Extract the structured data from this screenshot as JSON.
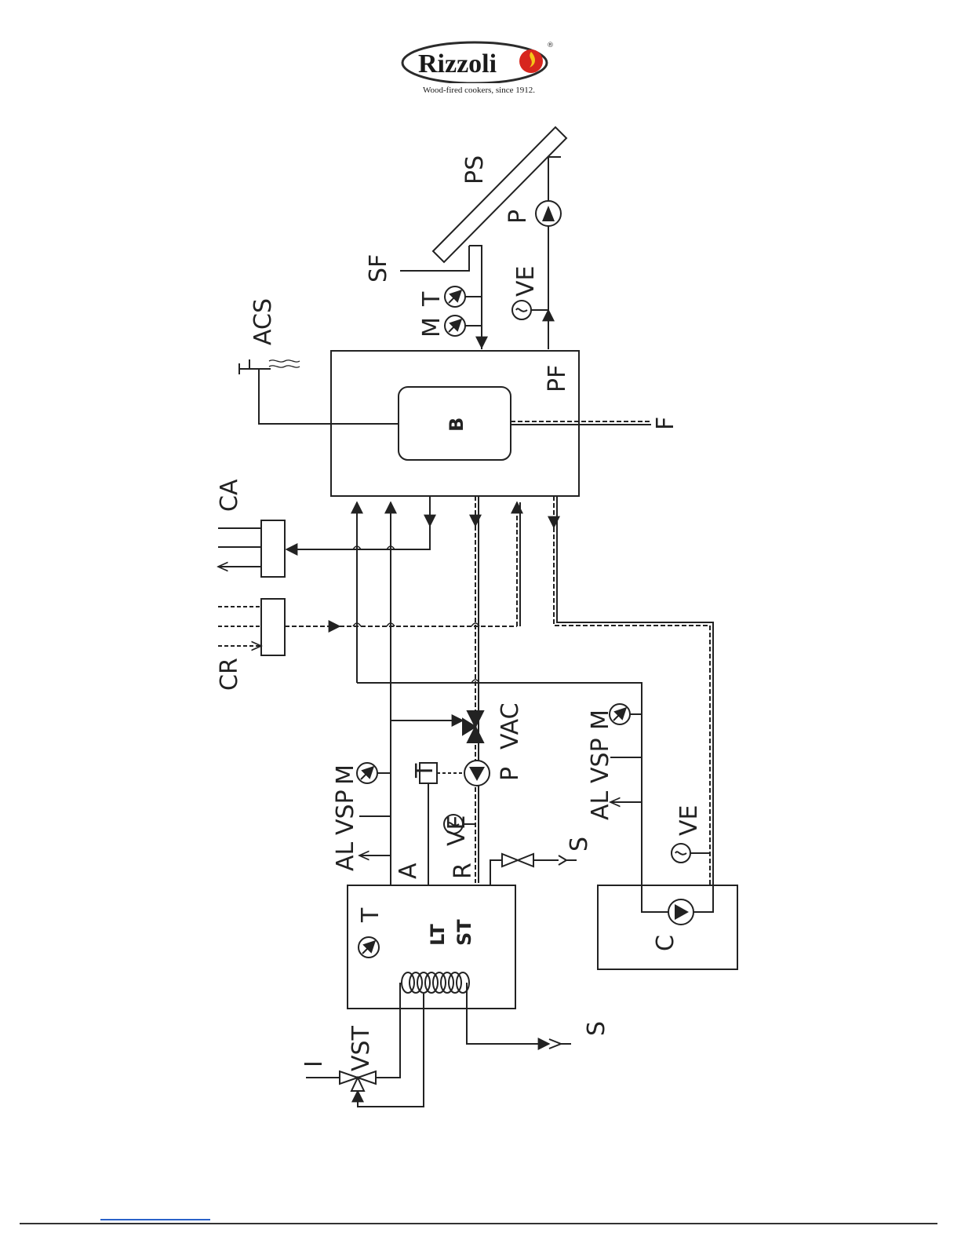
{
  "logo": {
    "brand": "Rizzoli",
    "tagline": "Wood-fired cookers, since 1912.",
    "registered": "®"
  },
  "labels": {
    "PS": "PS",
    "P_solar": "P",
    "SF": "SF",
    "VE_solar": "VE",
    "M_top": "M",
    "T_top": "T",
    "ACS": "ACS",
    "PF": "PF",
    "B": "B",
    "F": "F",
    "CA": "CA",
    "CR": "CR",
    "VAC": "VAC",
    "P_mid": "P",
    "T_sensor": "T",
    "VE_mid": "VE",
    "AL_left": "AL",
    "VSP_left": "VSP",
    "M_left": "M",
    "A": "A",
    "R": "R",
    "S_right": "S",
    "AL_right": "AL",
    "VSP_right": "VSP",
    "M_right": "M",
    "VE_right": "VE",
    "C": "C",
    "T_boiler": "T",
    "LT": "LT",
    "ST": "ST",
    "S_bottom": "S",
    "I": "I",
    "VST": "VST"
  },
  "colors": {
    "line": "#222222",
    "logo_outline": "#2b2b2b",
    "flame_red": "#d7261e",
    "flame_yellow": "#f5c518",
    "link_blue": "#2a62c9"
  }
}
